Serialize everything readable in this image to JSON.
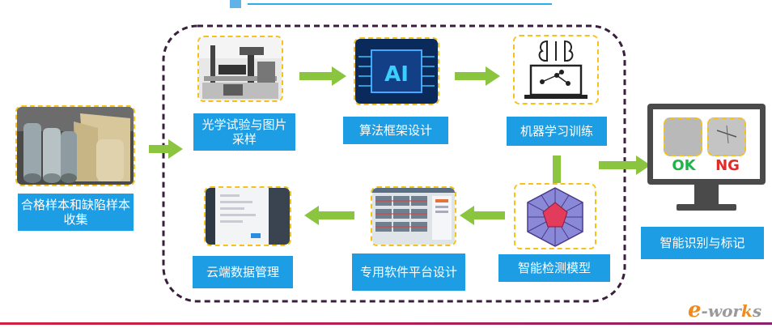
{
  "stages": {
    "collect": "合格样本和缺陷样本收集",
    "optical": "光学试验与图片采样",
    "algorithm": "算法框架设计",
    "training": "机器学习训练",
    "model": "智能检测模型",
    "software": "专用软件平台设计",
    "cloud": "云端数据管理",
    "recognition": "智能识别与标记"
  },
  "monitor": {
    "ok": "OK",
    "ng": "NG"
  },
  "logo": {
    "e": "e",
    "works_a": "-wor",
    "works_k": "k",
    "works_s": "s"
  },
  "colors": {
    "label_bg": "#1d9ee4",
    "arrow": "#8bc53f",
    "frame": "#f6c21a",
    "dashed_border": "#3a1f3d",
    "ok": "#1db44a",
    "ng": "#e22a2a"
  }
}
